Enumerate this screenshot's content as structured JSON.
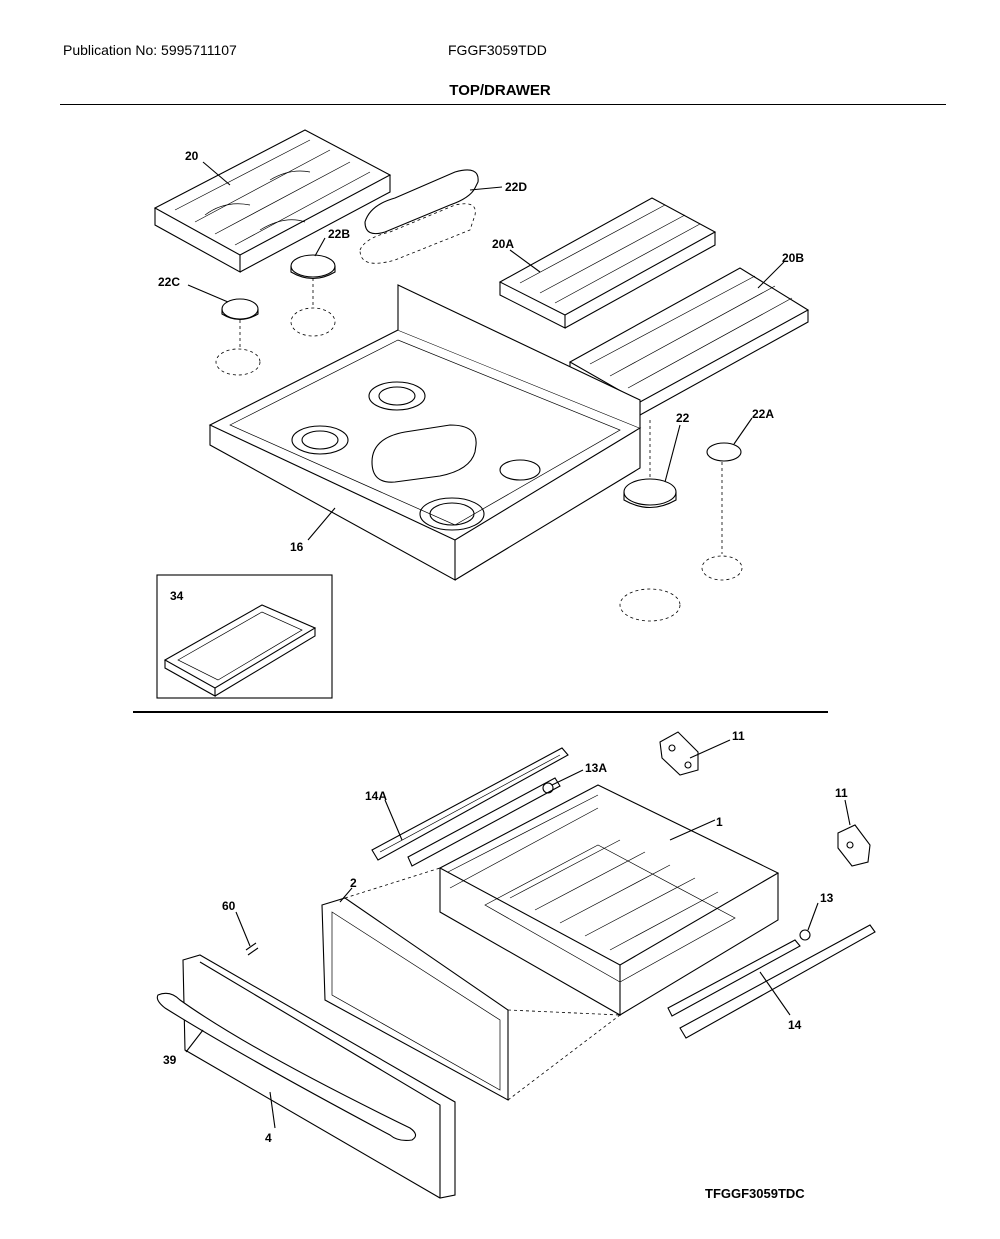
{
  "header": {
    "publication": "Publication No: 5995711107",
    "model": "FGGF3059TDD",
    "title": "TOP/DRAWER"
  },
  "footer": {
    "code": "TFGGF3059TDC"
  },
  "callouts": {
    "c20": "20",
    "c22d": "22D",
    "c22b": "22B",
    "c22c": "22C",
    "c20a": "20A",
    "c20b": "20B",
    "c22": "22",
    "c22a": "22A",
    "c16": "16",
    "c34": "34",
    "c11a": "11",
    "c11b": "11",
    "c13a": "13A",
    "c14a": "14A",
    "c1": "1",
    "c2": "2",
    "c60": "60",
    "c13": "13",
    "c14": "14",
    "c39": "39",
    "c4": "4"
  }
}
